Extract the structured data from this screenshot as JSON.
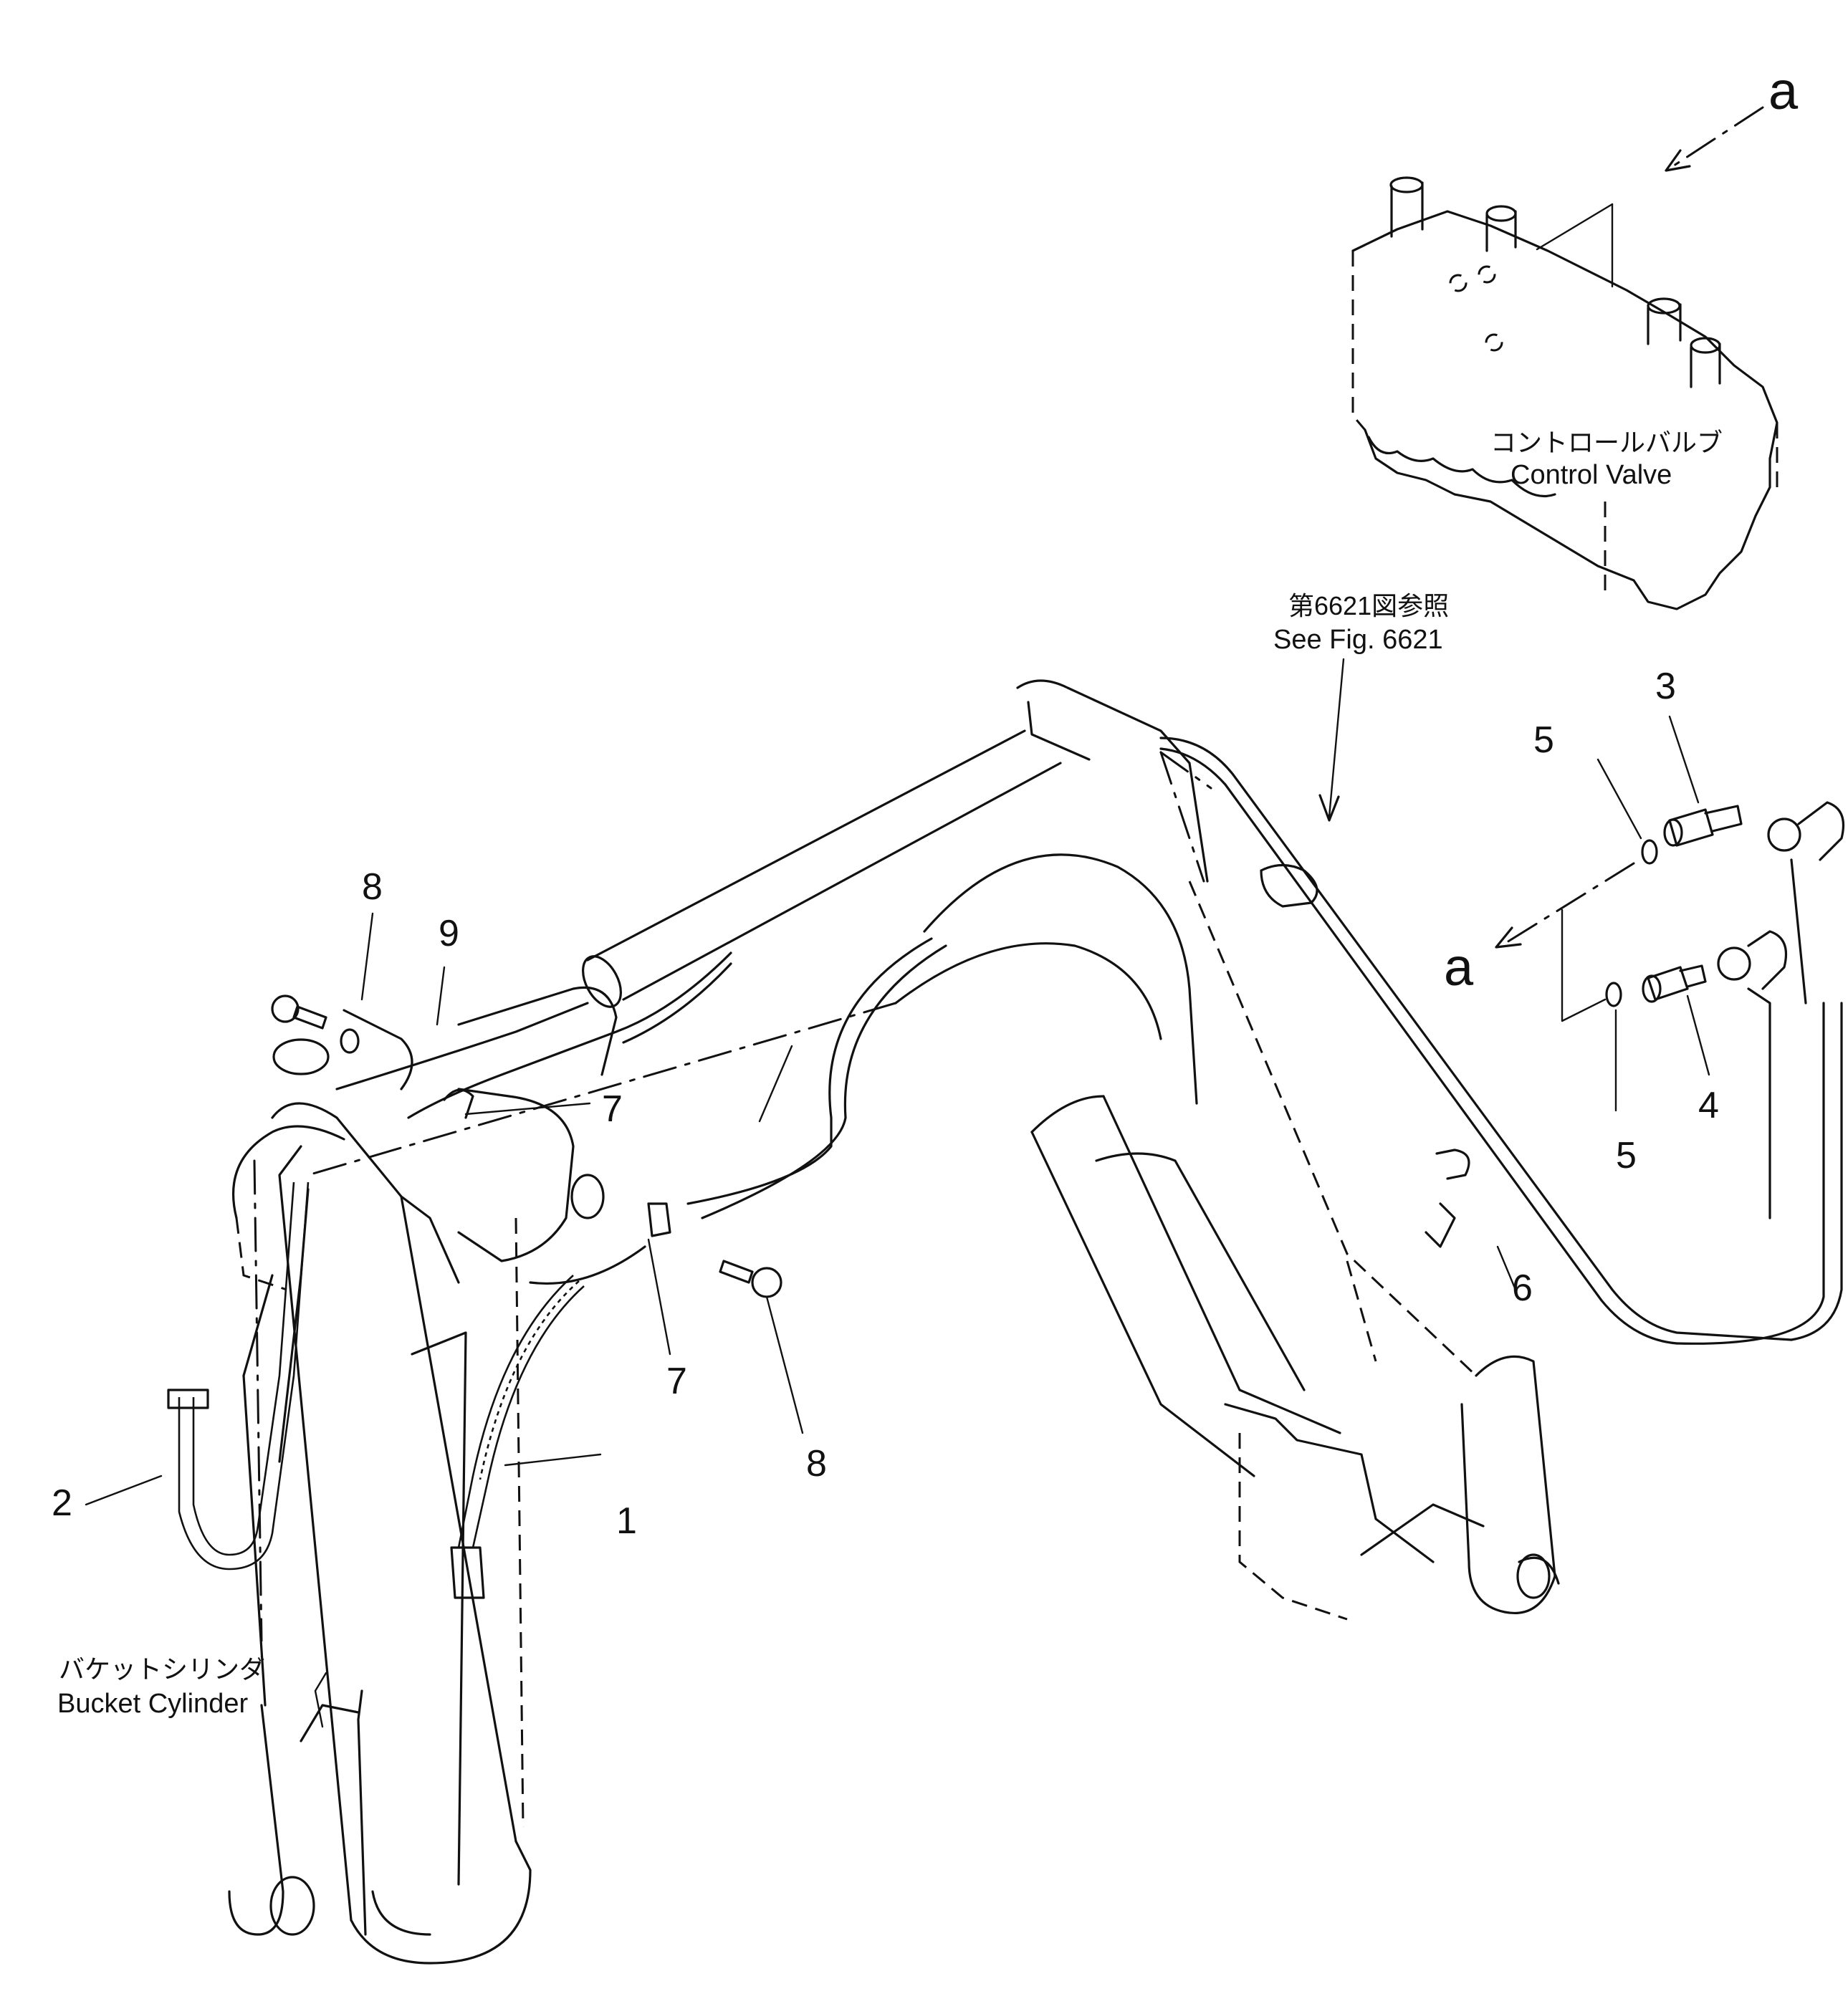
{
  "callouts": {
    "c1": "1",
    "c2": "2",
    "c3": "3",
    "c4": "4",
    "c5_upper": "5",
    "c5_lower": "5",
    "c6": "6",
    "c7_upper": "7",
    "c7_lower": "7",
    "c8_upper": "8",
    "c8_lower": "8",
    "c9": "9"
  },
  "view_marker": {
    "top": "a",
    "middle": "a"
  },
  "control_valve": {
    "label_jp": "コントロールバルブ",
    "label_en": "Control Valve"
  },
  "reference": {
    "label_jp": "第6621図参照",
    "label_en": "See Fig. 6621"
  },
  "bucket_cylinder": {
    "label_jp": "バケットシリンダ",
    "label_en": "Bucket Cylinder"
  }
}
